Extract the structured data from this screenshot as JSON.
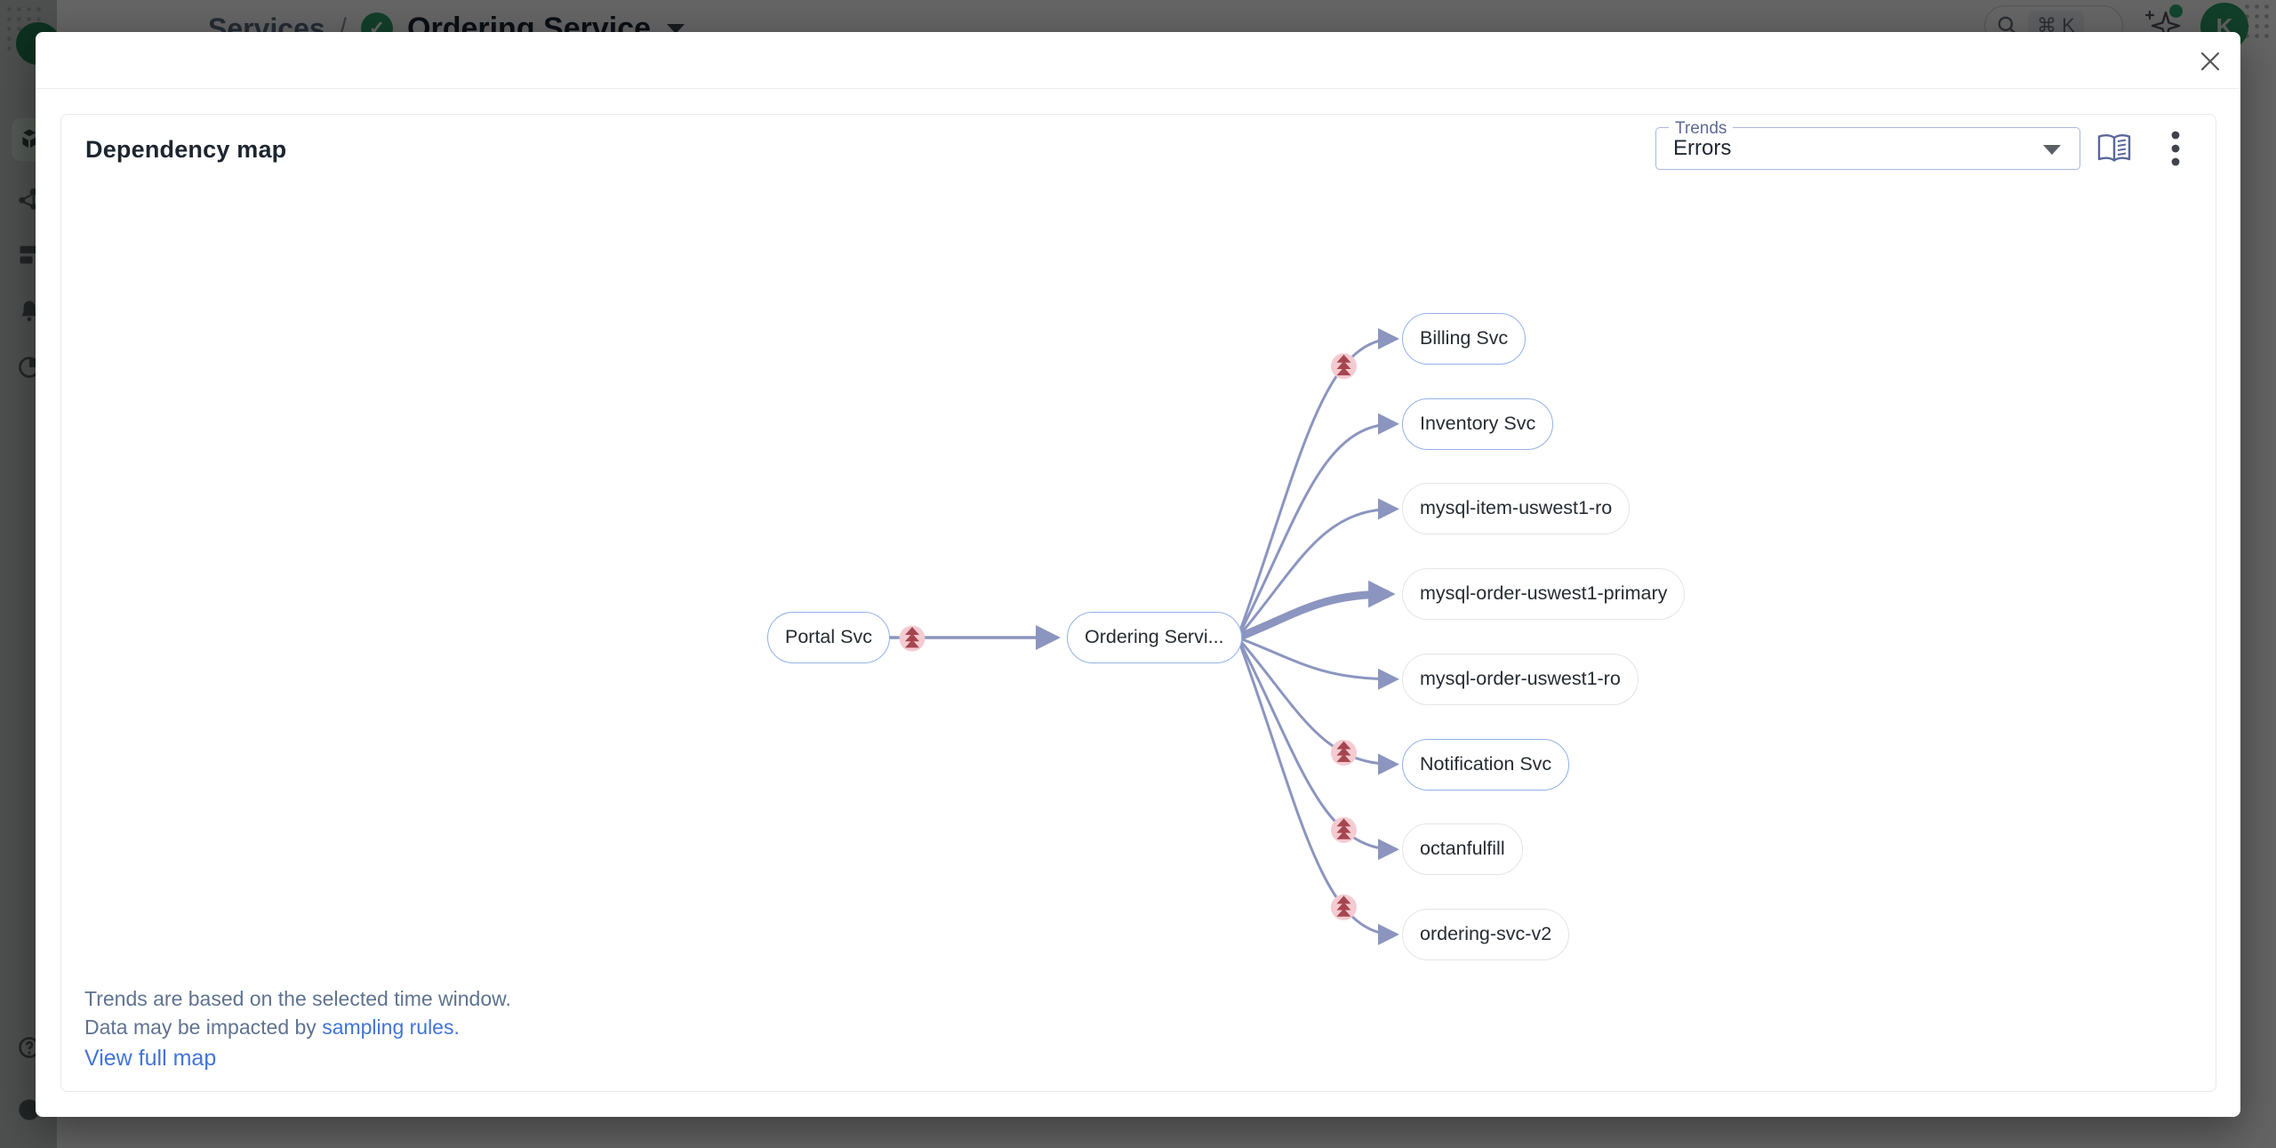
{
  "colors": {
    "overlay": "rgba(0,0,0,0.6)",
    "edge": "#8b95bf",
    "service_border": "#92b1e7",
    "infra_border": "#e3e4e6",
    "node_text": "#262c33",
    "badge_bg": "#f4cbd0",
    "badge_arrow": "#a6454f",
    "link": "#4274d9",
    "muted": "#5f7390",
    "title": "#1d2530",
    "select_border": "#a9b7dd",
    "select_label": "#5d6a94",
    "slate_icon": "#5a689c",
    "green": "#2f9e68"
  },
  "background": {
    "breadcrumb": {
      "parent": "Services",
      "separator": "/",
      "current": "Ordering Service"
    },
    "search_shortcut": "⌘ K",
    "avatar_initial": "K"
  },
  "modal": {
    "title": "Dependency map",
    "select": {
      "label": "Trends",
      "value": "Errors"
    },
    "footer": {
      "line1": "Trends are based on the selected time window.",
      "line2_text": "Data may be impacted by ",
      "line2_link": "sampling rules.",
      "view_link": "View full map"
    }
  },
  "dependency_map": {
    "root": {
      "label": "Portal Svc",
      "kind": "service"
    },
    "hub": {
      "label": "Ordering Servi...",
      "kind": "service"
    },
    "root_edge_badge": true,
    "targets": [
      {
        "label": "Billing Svc",
        "kind": "service",
        "badge": true,
        "heavy": false
      },
      {
        "label": "Inventory Svc",
        "kind": "service",
        "badge": false,
        "heavy": false
      },
      {
        "label": "mysql-item-uswest1-ro",
        "kind": "infra",
        "badge": false,
        "heavy": false
      },
      {
        "label": "mysql-order-uswest1-primary",
        "kind": "infra",
        "badge": false,
        "heavy": true
      },
      {
        "label": "mysql-order-uswest1-ro",
        "kind": "infra",
        "badge": false,
        "heavy": false
      },
      {
        "label": "Notification Svc",
        "kind": "service",
        "badge": true,
        "heavy": false
      },
      {
        "label": "octanfulfill",
        "kind": "infra",
        "badge": true,
        "heavy": false
      },
      {
        "label": "ordering-svc-v2",
        "kind": "infra",
        "badge": true,
        "heavy": false
      }
    ]
  }
}
